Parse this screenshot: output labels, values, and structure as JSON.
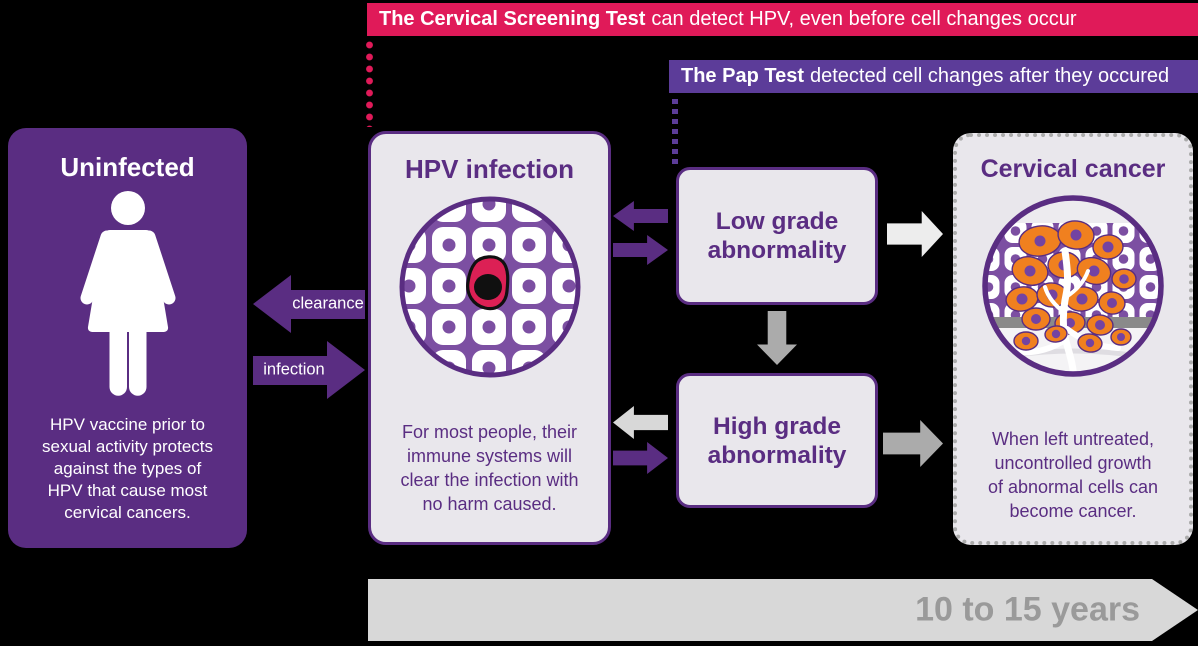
{
  "banners": {
    "screening": {
      "bold": "The Cervical Screening Test",
      "rest": " can detect HPV, even before cell changes occur"
    },
    "pap": {
      "bold": "The Pap Test",
      "rest": " detected cell changes after they occured"
    }
  },
  "flow": {
    "uninfected": {
      "title": "Uninfected",
      "body": "HPV vaccine prior to\nsexual activity protects\nagainst the types of\nHPV that cause most\ncervical cancers."
    },
    "hpv_infection": {
      "title": "HPV infection",
      "body": "For most people, their\nimmune systems will\nclear the infection with\nno harm caused."
    },
    "low_grade": {
      "line1": "Low grade",
      "line2": "abnormality"
    },
    "high_grade": {
      "line1": "High grade",
      "line2": "abnormality"
    },
    "cervical_cancer": {
      "title": "Cervical cancer",
      "body": "When left untreated,\nuncontrolled growth\nof abnormal cells can\nbecome cancer."
    }
  },
  "transitions": {
    "clearance_label": "clearance",
    "infection_label": "infection"
  },
  "timeline": {
    "label": "10 to 15 years"
  },
  "icons": {
    "woman": "woman-pictogram",
    "infected_tissue": "infected-cells-illustration",
    "cancer_tissue": "cancer-cells-illustration"
  },
  "colors": {
    "background": "#000000",
    "screening_pink": "#E01A59",
    "pap_purple": "#5C3C99",
    "deep_purple": "#5A2D82",
    "cell_purple": "#7C4FA2",
    "panel_gray": "#E9E7EC",
    "mid_gray_arrow": "#ABABAB",
    "light_gray_arrow": "#D8D8D8",
    "pale_gray_arrow": "#EDEDED",
    "timeline_text": "#9A9A9A",
    "cancer_orange": "#F0801F",
    "infected_cell_pink": "#DC2055"
  }
}
